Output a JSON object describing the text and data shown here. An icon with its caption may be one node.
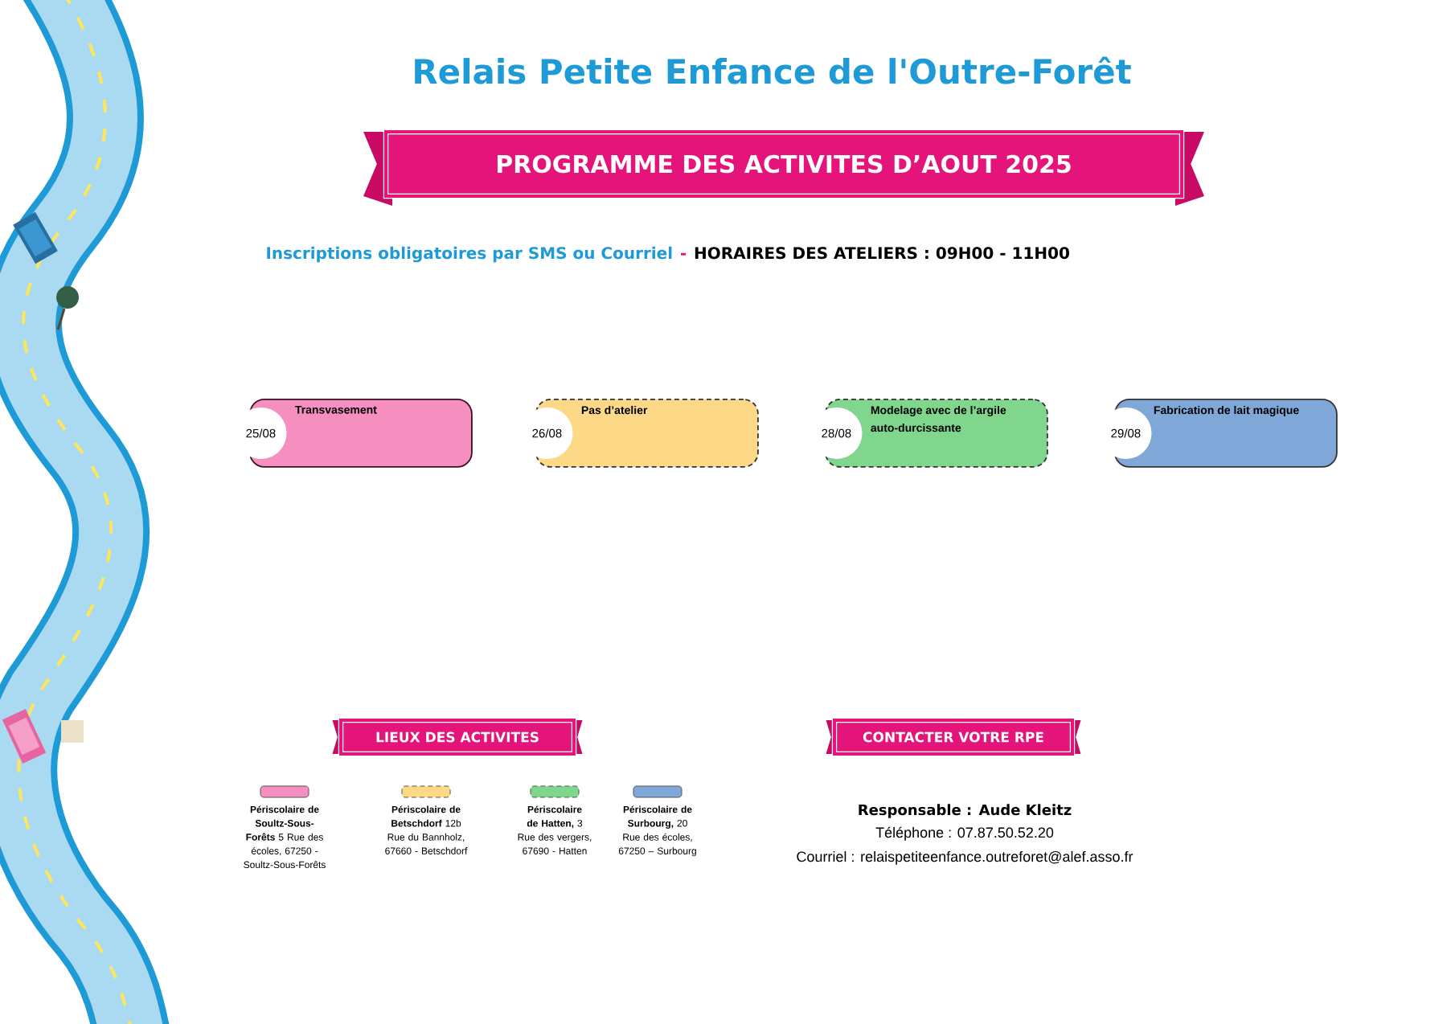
{
  "diagram": {
    "title": "Relais Petite Enfance de l'Outre-Forêt",
    "nodes": [
      {
        "text": [
          "PROGRAMME DES ACTIVITES D’AOUT 2025"
        ]
      },
      {
        "text": [
          "Transvasement"
        ]
      },
      {
        "text": [
          "25/08"
        ]
      },
      {
        "text": [
          "Pas d’atelier"
        ]
      },
      {
        "text": [
          "26/08"
        ]
      },
      {
        "text": [
          "Modelage avec de l’argile auto-durcissante"
        ]
      },
      {
        "text": [
          "28/08"
        ]
      },
      {
        "text": [
          "Fabrication de lait magique"
        ]
      },
      {
        "text": [
          "29/08"
        ]
      },
      {
        "text": [
          "LIEUX DES ACTIVITES"
        ]
      },
      {
        "text": [
          "CONTACTER VOTRE RPE"
        ]
      }
    ],
    "edges": [],
    "labels": [
      "Inscriptions obligatoires par SMS ou Courriel",
      "-",
      "HORAIRES DES ATELIERS : 09H00 - 11H00",
      "Responsable : Aude Kleitz",
      "Téléphone : 07.87.50.52.20",
      "Courriel :  relaispetiteenfance.outreforet@alef.asso.fr"
    ],
    "legend": [
      {
        "text": "**Périscolaire de Soultz-Sous-Forêts** 5 Rue des écoles, 67250 - Soultz-Sous-Forêts",
        "color": "#f48fbf"
      },
      {
        "text": "**Périscolaire de Betschdorf** 12b Rue du Bannholz, 67660 - Betschdorf",
        "color": "#fdd987"
      },
      {
        "text": "**Périscolaire de Hatten,** 3 Rue des vergers, 67690 - Hatten",
        "color": "#7fd68c"
      },
      {
        "text": "**Périscolaire de Surbourg,** 20 Rue des écoles, 67250 – Surbourg",
        "color": "#7fa8d8"
      }
    ]
  }
}
